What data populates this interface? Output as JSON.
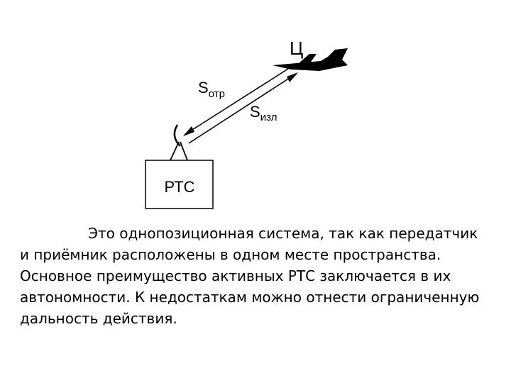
{
  "diagram": {
    "target_label": "Ц",
    "s_otr_main": "S",
    "s_otr_sub": "отр",
    "s_izl_main": "S",
    "s_izl_sub": "изл",
    "station_label": "РТС"
  },
  "text": {
    "lines": [
      "Это однопозиционная система, так как передатчик",
      "и приёмник расположены в одном месте пространства.",
      "Основное преимущество активных РТС заключается в их",
      "автономности. К недостаткам можно отнести ограниченную",
      "дальность действия."
    ]
  }
}
